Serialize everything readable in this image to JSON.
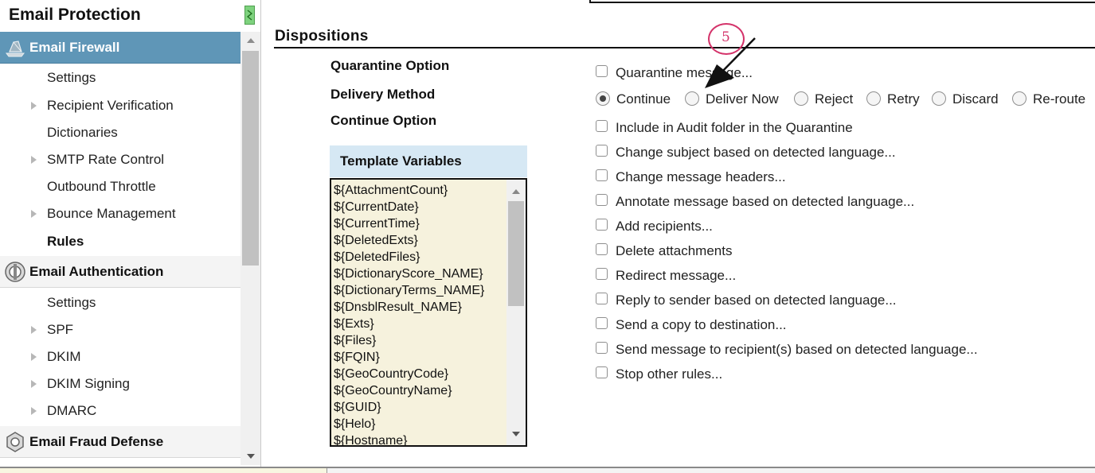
{
  "sidebar": {
    "title": "Email Protection",
    "sections": [
      {
        "label": "Email Firewall",
        "icon": "firewall-icon",
        "active": true
      },
      {
        "label": "Email Authentication",
        "icon": "authentication-icon",
        "active": false
      },
      {
        "label": "Email Fraud Defense",
        "icon": "fraud-defense-icon",
        "active": false
      }
    ],
    "firewall_items": [
      {
        "label": "Settings",
        "expandable": false
      },
      {
        "label": "Recipient Verification",
        "expandable": true
      },
      {
        "label": "Dictionaries",
        "expandable": false
      },
      {
        "label": "SMTP Rate Control",
        "expandable": true
      },
      {
        "label": "Outbound Throttle",
        "expandable": false
      },
      {
        "label": "Bounce Management",
        "expandable": true
      },
      {
        "label": "Rules",
        "expandable": false,
        "selected": true
      }
    ],
    "authentication_items": [
      {
        "label": "Settings",
        "expandable": false
      },
      {
        "label": "SPF",
        "expandable": true
      },
      {
        "label": "DKIM",
        "expandable": true
      },
      {
        "label": "DKIM Signing",
        "expandable": true
      },
      {
        "label": "DMARC",
        "expandable": true
      }
    ]
  },
  "dispositions": {
    "title": "Dispositions",
    "labels": {
      "quarantine_option": "Quarantine Option",
      "delivery_method": "Delivery Method",
      "continue_option": "Continue Option"
    },
    "quarantine_checkbox": "Quarantine message...",
    "delivery_methods": [
      {
        "label": "Continue",
        "selected": true
      },
      {
        "label": "Deliver Now",
        "selected": false
      },
      {
        "label": "Reject",
        "selected": false
      },
      {
        "label": "Retry",
        "selected": false
      },
      {
        "label": "Discard",
        "selected": false
      },
      {
        "label": "Re-route",
        "selected": false
      }
    ],
    "continue_options": [
      "Include in Audit folder in the Quarantine",
      "Change subject based on detected language...",
      "Change message headers...",
      "Annotate message based on detected language...",
      "Add recipients...",
      "Delete attachments",
      "Redirect message...",
      "Reply to sender based on detected language...",
      "Send a copy to destination...",
      "Send message to recipient(s) based on detected language...",
      "Stop other rules..."
    ]
  },
  "template_variables": {
    "header": "Template Variables",
    "items": [
      "${AttachmentCount}",
      "${CurrentDate}",
      "${CurrentTime}",
      "${DeletedExts}",
      "${DeletedFiles}",
      "${DictionaryScore_NAME}",
      "${DictionaryTerms_NAME}",
      "${DnsblResult_NAME}",
      "${Exts}",
      "${Files}",
      "${FQIN}",
      "${GeoCountryCode}",
      "${GeoCountryName}",
      "${GUID}",
      "${Helo}",
      "${Hostname}"
    ]
  },
  "annotation": {
    "step": "5",
    "color": "#d4336a"
  },
  "colors": {
    "active_section": "#5f96b7",
    "tv_header": "#d6e8f4",
    "tv_list": "#f6f2dd"
  }
}
